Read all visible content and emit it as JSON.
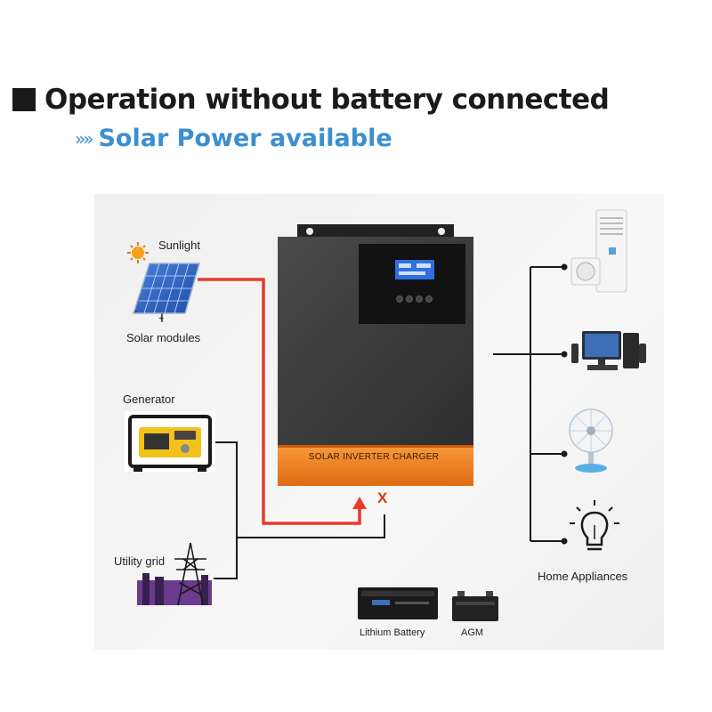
{
  "header": {
    "title": "Operation without battery connected",
    "subtitle_arrows": "»»",
    "subtitle": "Solar Power available"
  },
  "inputs": {
    "sunlight": "Sunlight",
    "solar_modules": "Solar modules",
    "minus_sign": "-",
    "plus_sign": "+",
    "generator": "Generator",
    "utility_grid": "Utility grid"
  },
  "inverter": {
    "label": "SOLAR INVERTER CHARGER"
  },
  "disconnect_mark": "X",
  "batteries": {
    "lithium": "Lithium Battery",
    "agm": "AGM"
  },
  "outputs": {
    "home_appliances": "Home Appliances",
    "items": [
      "air-conditioner",
      "computer",
      "fan",
      "light-bulb"
    ]
  },
  "colors": {
    "solar_line": "#e8392a",
    "wire": "#1a1a1a",
    "inverter_body": "#3d3d3d",
    "inverter_band": "#f07a20",
    "subtitle": "#3a8fd0"
  }
}
